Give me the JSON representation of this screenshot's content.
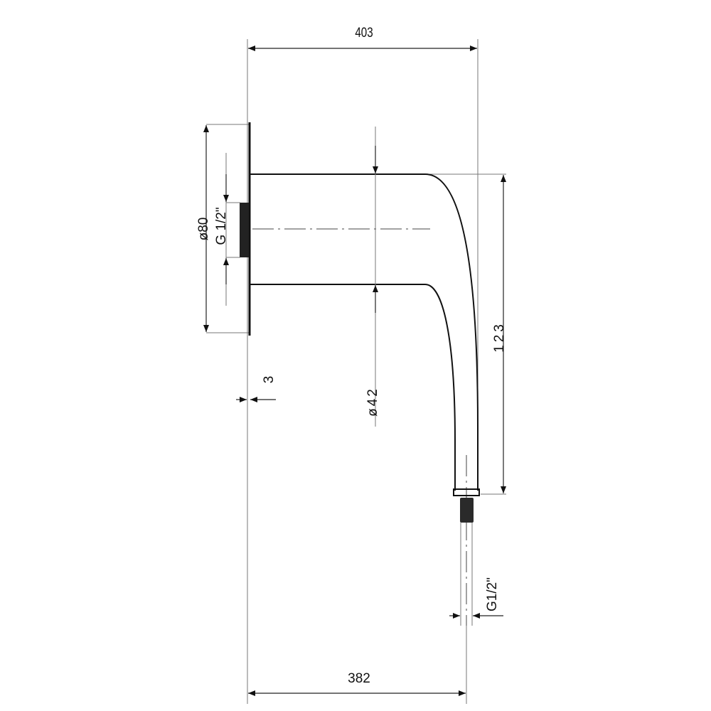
{
  "drawing": {
    "title": "Shower arm dimensional drawing",
    "dimensions": {
      "overall_length": "403",
      "flange_diameter": "ø80",
      "wall_thread": "G 1/2\"",
      "flange_thickness": "3",
      "pipe_diameter": "ø42",
      "drop_height": "123",
      "outlet_thread": "G1/2\"",
      "projection": "382"
    },
    "colors": {
      "line": "#111111",
      "thin": "#777777",
      "fill": "#222222"
    }
  }
}
